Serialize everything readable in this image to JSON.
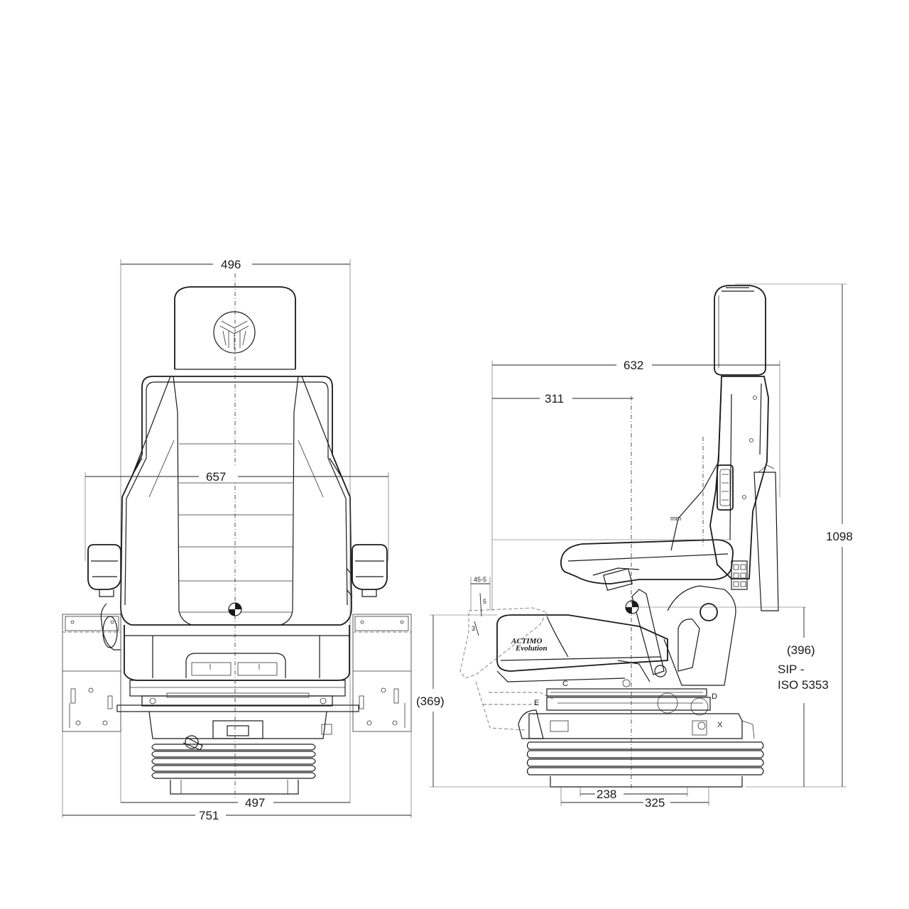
{
  "front_view": {
    "dimensions": {
      "backrest_width": "496",
      "armrest_span": "657",
      "base_width": "497",
      "overall_width": "751"
    }
  },
  "side_view": {
    "dimensions": {
      "overall_depth": "632",
      "sip_horizontal": "311",
      "overall_height": "1098",
      "sip_height": "(396)",
      "sip_label_line1": "SIP -",
      "sip_label_line2": "ISO 5353",
      "seat_height": "(369)",
      "base_rail_1": "238",
      "base_rail_2": "325"
    },
    "tilt_labels": {
      "adjust_45": "45-5",
      "angle_5": "5",
      "angle_3": "3"
    },
    "point_labels": {
      "c": "C",
      "d": "D",
      "e": "E",
      "x": "X"
    },
    "brand": {
      "line1": "ACTIMO",
      "line2": "Evolution"
    },
    "small_mark": "mm"
  },
  "icons": {
    "logo": "grammer-logo-icon",
    "sip_marker": "sip-center-marker-icon"
  }
}
